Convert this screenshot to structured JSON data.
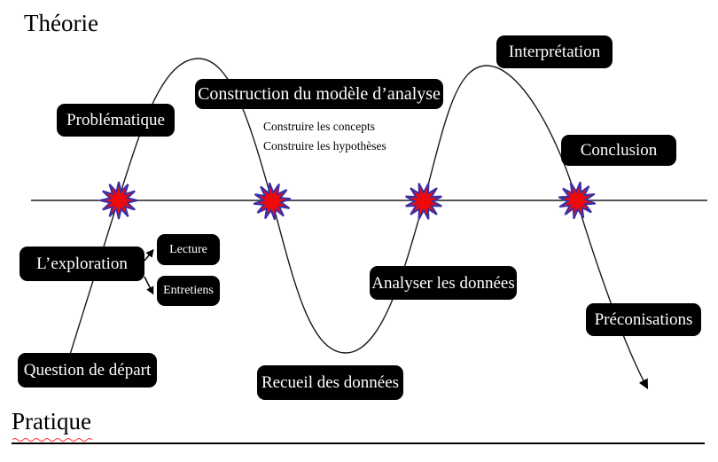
{
  "titles": {
    "theorie": "Théorie",
    "pratique": "Pratique"
  },
  "stages": {
    "problematique": "Problématique",
    "construction": "Construction du modèle d’analyse",
    "interpretation": "Interprétation",
    "conclusion": "Conclusion",
    "exploration": "L’exploration",
    "lecture": "Lecture",
    "entretiens": "Entretiens",
    "question_depart": "Question de départ",
    "recueil": "Recueil des données",
    "analyser": "Analyser les données",
    "preconisations": "Préconisations"
  },
  "annotations": {
    "concepts": "Construire les concepts",
    "hypotheses": "Construire les hypothèses"
  },
  "colors": {
    "box_background": "#000000",
    "box_text": "#ffffff",
    "burst_fill": "#ee0a0a",
    "burst_outline": "#3b2fa6",
    "axis_line": "#555555",
    "curve": "#1a1a1a",
    "wavy_underline": "#ff3333",
    "divider_line": "#000000"
  }
}
